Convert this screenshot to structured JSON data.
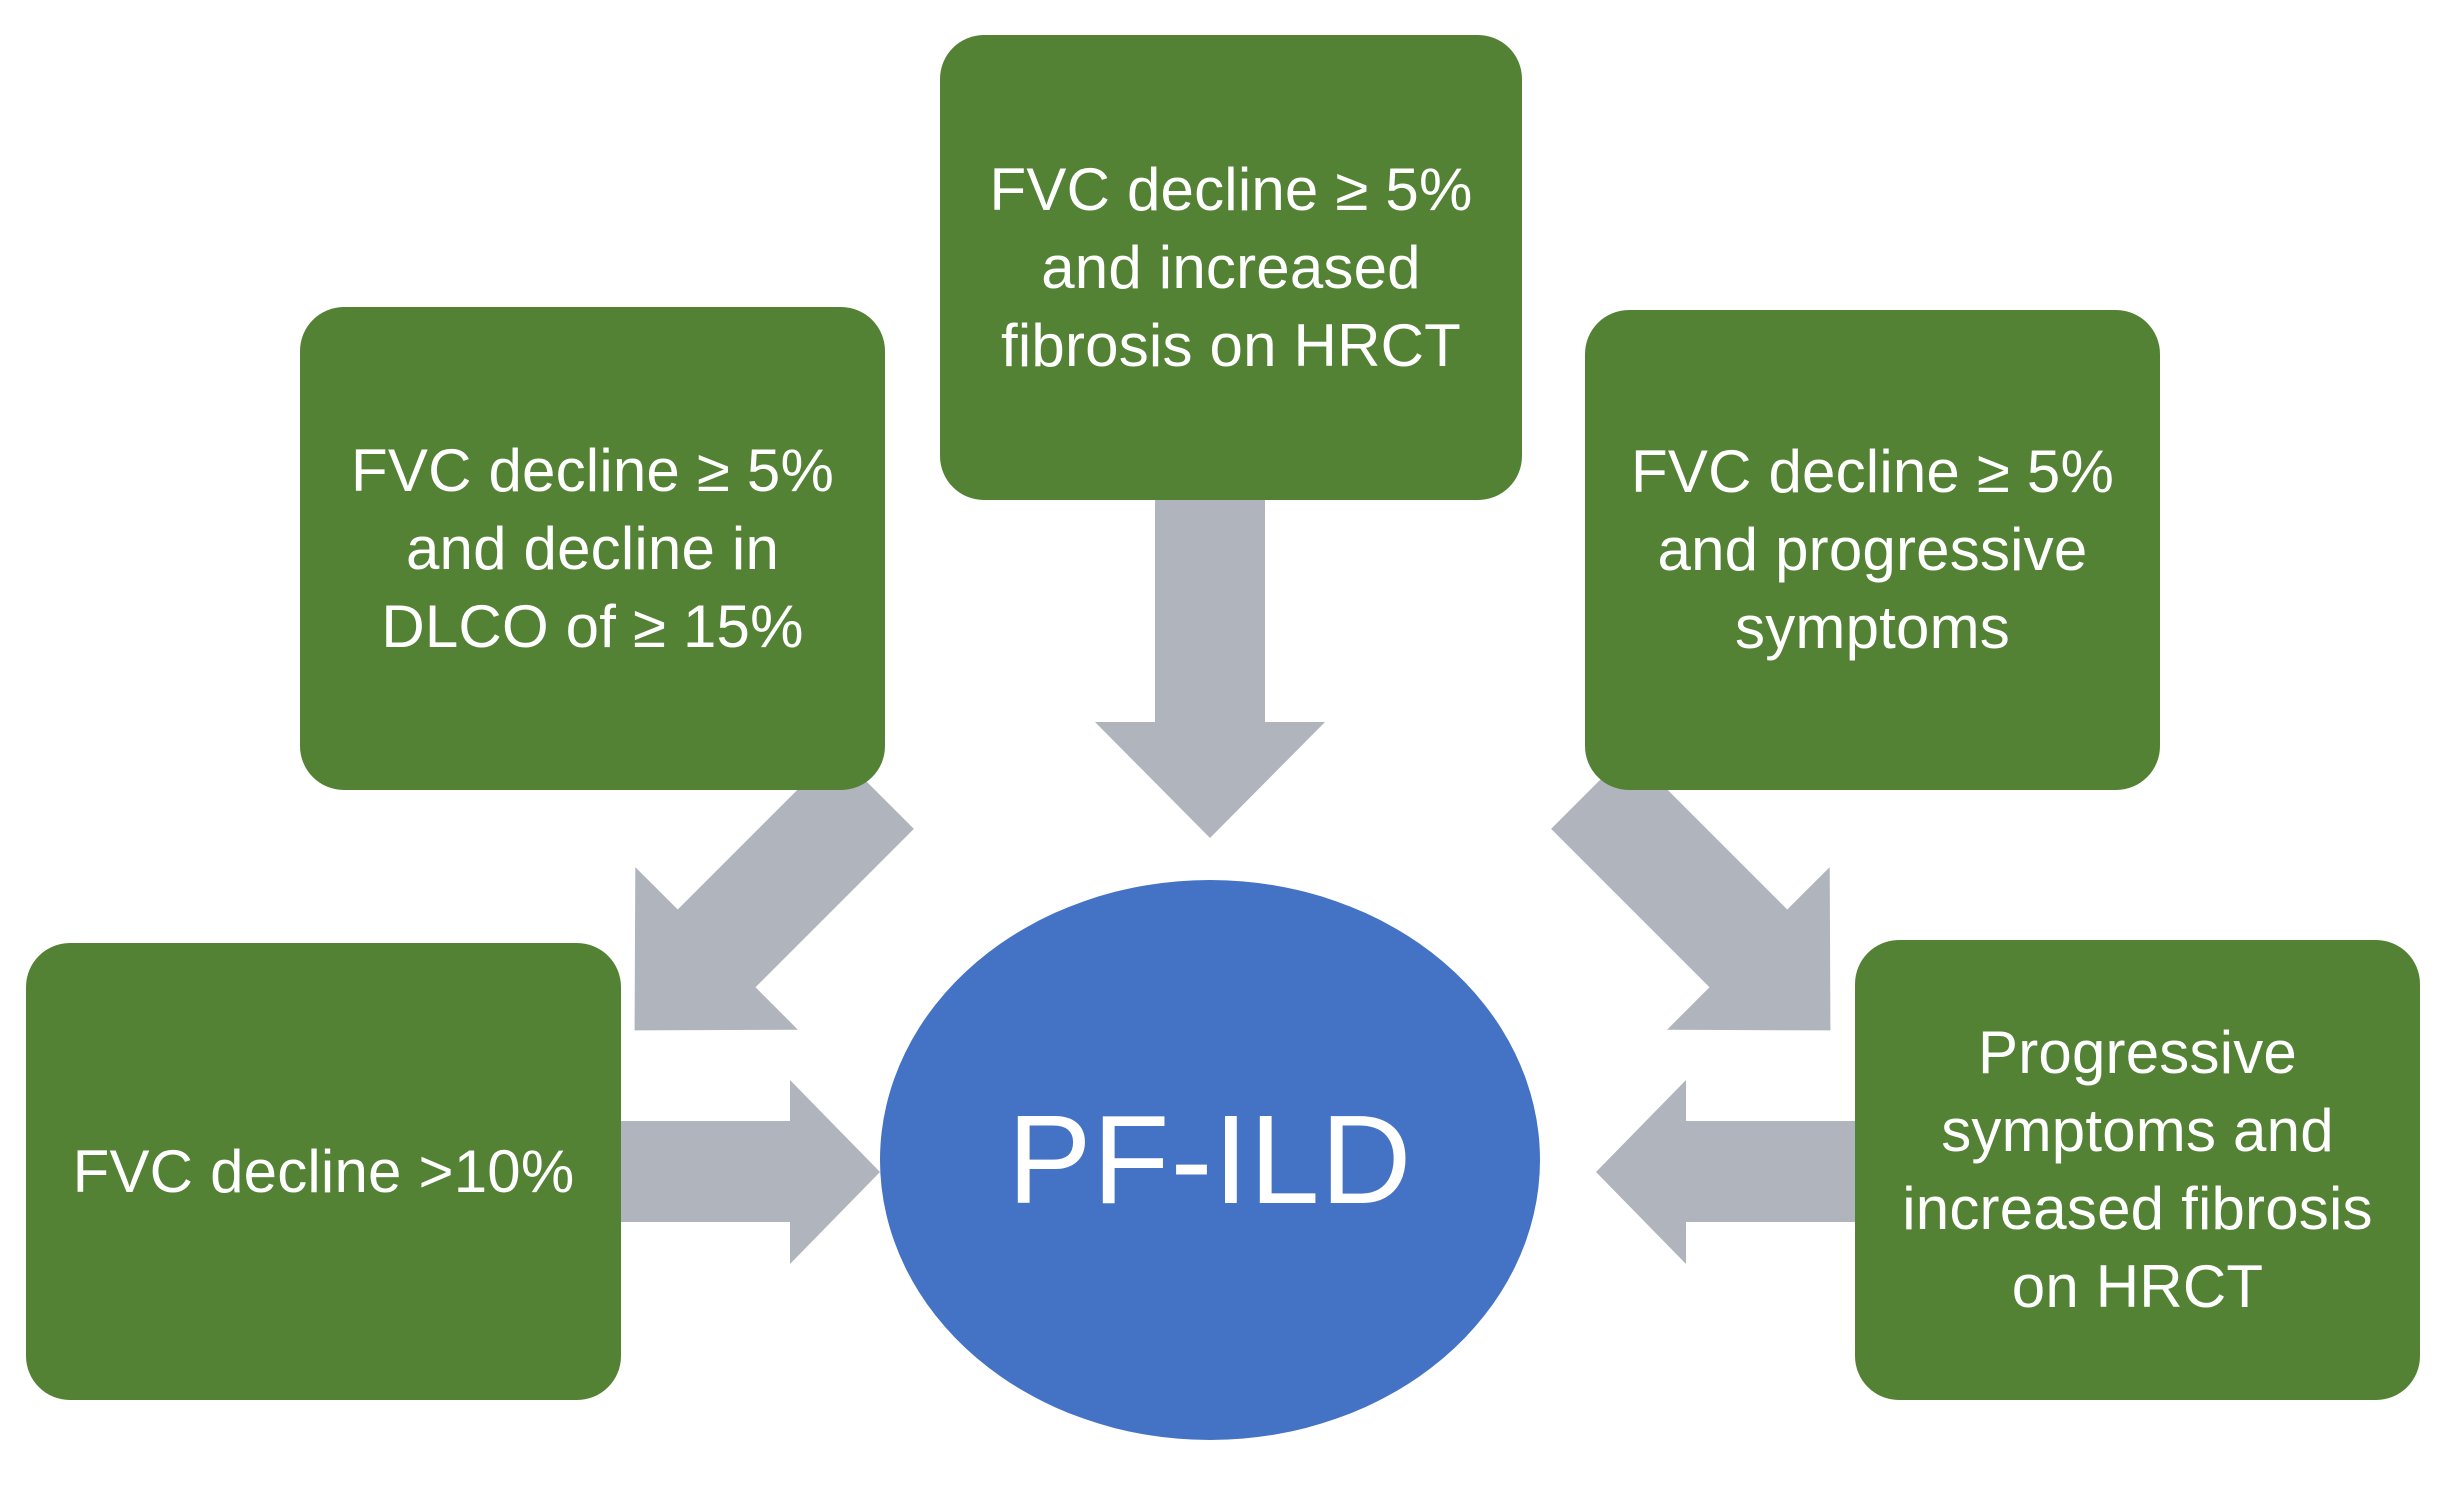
{
  "diagram": {
    "title_concept": "PF-ILD",
    "center": {
      "label": "PF-ILD",
      "shape": "ellipse",
      "color": "#4472C4",
      "text_color": "#FFFFFF"
    },
    "box_color": "#548235",
    "box_text_color": "#FFFFFF",
    "arrow_color": "#B0B4BC",
    "background": "#FFFFFF",
    "criteria_boxes": [
      {
        "id": "top-left",
        "label": "FVC decline ≥ 5% and decline in DLCO of ≥ 15%",
        "arrow": "diagonal-down-right"
      },
      {
        "id": "top-center",
        "label": "FVC decline ≥ 5% and increased fibrosis on HRCT",
        "arrow": "down"
      },
      {
        "id": "top-right",
        "label": "FVC decline ≥ 5% and progressive symptoms",
        "arrow": "diagonal-down-left"
      },
      {
        "id": "bottom-left",
        "label": "FVC decline >10%",
        "arrow": "right"
      },
      {
        "id": "bottom-right",
        "label": "Progressive symptoms and increased fibrosis on HRCT",
        "arrow": "left"
      }
    ]
  }
}
